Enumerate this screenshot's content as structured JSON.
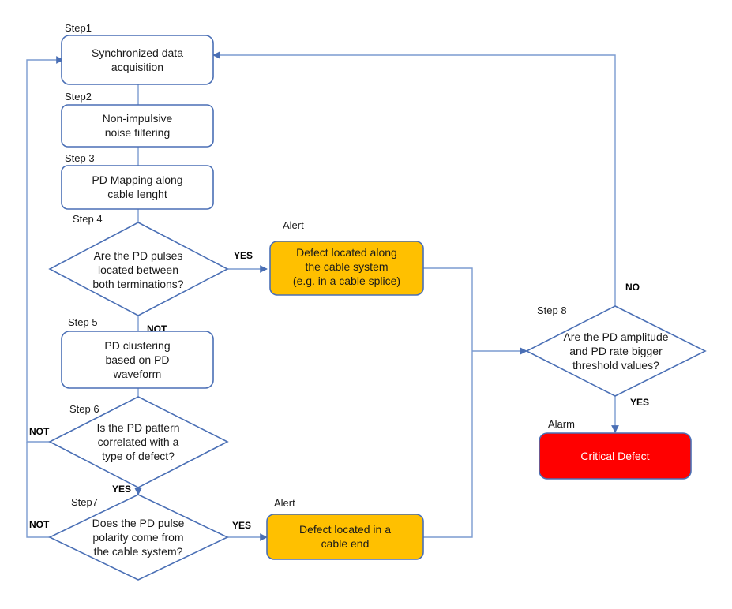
{
  "colors": {
    "box_border": "#4a6fb5",
    "connector": "#7b9bd0",
    "alert_fill": "#ffc000",
    "critical_fill": "#ff0000"
  },
  "steps": {
    "step1": "Step1",
    "step2": "Step2",
    "step3": "Step 3",
    "step4": "Step 4",
    "step5": "Step 5",
    "step6": "Step 6",
    "step7": "Step7",
    "step8": "Step 8"
  },
  "nodes": {
    "sync_acq": [
      "Synchronized data",
      "acquisition"
    ],
    "noise_filter": [
      "Non-impulsive",
      "noise filtering"
    ],
    "pd_mapping": [
      "PD Mapping along",
      "cable lenght"
    ],
    "q_between_terminations": [
      "Are the PD pulses",
      "located between",
      "both terminations?"
    ],
    "pd_clustering": [
      "PD clustering",
      "based on PD",
      "waveform"
    ],
    "q_pattern": [
      "Is the PD pattern",
      "correlated with a",
      "type of defect?"
    ],
    "q_polarity": [
      "Does the PD pulse",
      "polarity come from",
      "the cable system?"
    ],
    "defect_along": [
      "Defect located along",
      "the cable system",
      "(e.g. in a cable splice)"
    ],
    "defect_end": [
      "Defect located in a",
      "cable end"
    ],
    "q_threshold": [
      "Are the PD amplitude",
      "and PD rate bigger",
      "threshold values?"
    ],
    "critical_defect": "Critical Defect"
  },
  "labels": {
    "alert_1": "Alert",
    "alert_2": "Alert",
    "alarm": "Alarm",
    "yes_step4": "YES",
    "not_step4": "NOT",
    "not_step6": "NOT",
    "yes_step6": "YES",
    "not_step7": "NOT",
    "yes_step7": "YES",
    "no_step8": "NO",
    "yes_step8": "YES"
  }
}
